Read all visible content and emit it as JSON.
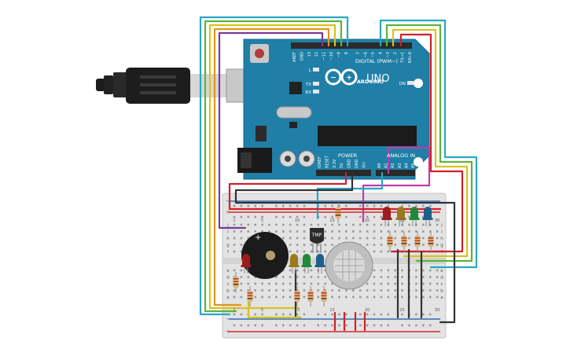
{
  "board": {
    "brand": "ARDUINO",
    "model": "UNO",
    "pins_top": [
      "AREF",
      "GND",
      "13",
      "12",
      "~11",
      "~10",
      "~9",
      "8",
      "7",
      "~6",
      "~5",
      "4",
      "~3",
      "2",
      "TX→1",
      "RX←0"
    ],
    "digital_label": "DIGITAL (PWM~)",
    "power_header": "POWER",
    "power_pins": [
      "IOREF",
      "RESET",
      "3.3V",
      "5V",
      "GND",
      "GND",
      "Vin"
    ],
    "analog_header": "ANALOG IN",
    "analog_pins": [
      "A0",
      "A1",
      "A2",
      "A3",
      "A4",
      "A5"
    ],
    "led_labels": [
      "L",
      "TX",
      "RX"
    ],
    "on_label": "ON"
  },
  "components": {
    "temp_sensor_label": "TMP"
  },
  "breadboard": {
    "row_letters_left": [
      "j",
      "i",
      "h",
      "g",
      "f",
      "e",
      "d",
      "c",
      "b",
      "a"
    ],
    "row_letters_right": [
      "j",
      "i",
      "h",
      "g",
      "f",
      "e",
      "d",
      "c",
      "b",
      "a"
    ],
    "col_numbers": [
      "1",
      "5",
      "10",
      "15",
      "20",
      "25",
      "30"
    ]
  },
  "colors": {
    "board": "#1f7fa6",
    "breadboard": "#e3e3e3",
    "rail_red": "#d7262b",
    "rail_blue": "#2f6db0",
    "led_red": "#9e1b1b",
    "led_yellow": "#9a7a1e",
    "led_green": "#1f8a3a",
    "led_blue": "#1e5f8c",
    "wire_cyan": "#2aa6c4",
    "wire_green": "#5bb53a",
    "wire_yellow": "#d8c21c",
    "wire_orange": "#e0941f",
    "wire_purple": "#7a3a95",
    "wire_red": "#d0202a",
    "wire_magenta": "#c23bab",
    "wire_black": "#333333"
  },
  "icons": [
    "arduino-infinity-icon",
    "usb-cable-icon",
    "buzzer-icon",
    "gas-sensor-icon"
  ]
}
